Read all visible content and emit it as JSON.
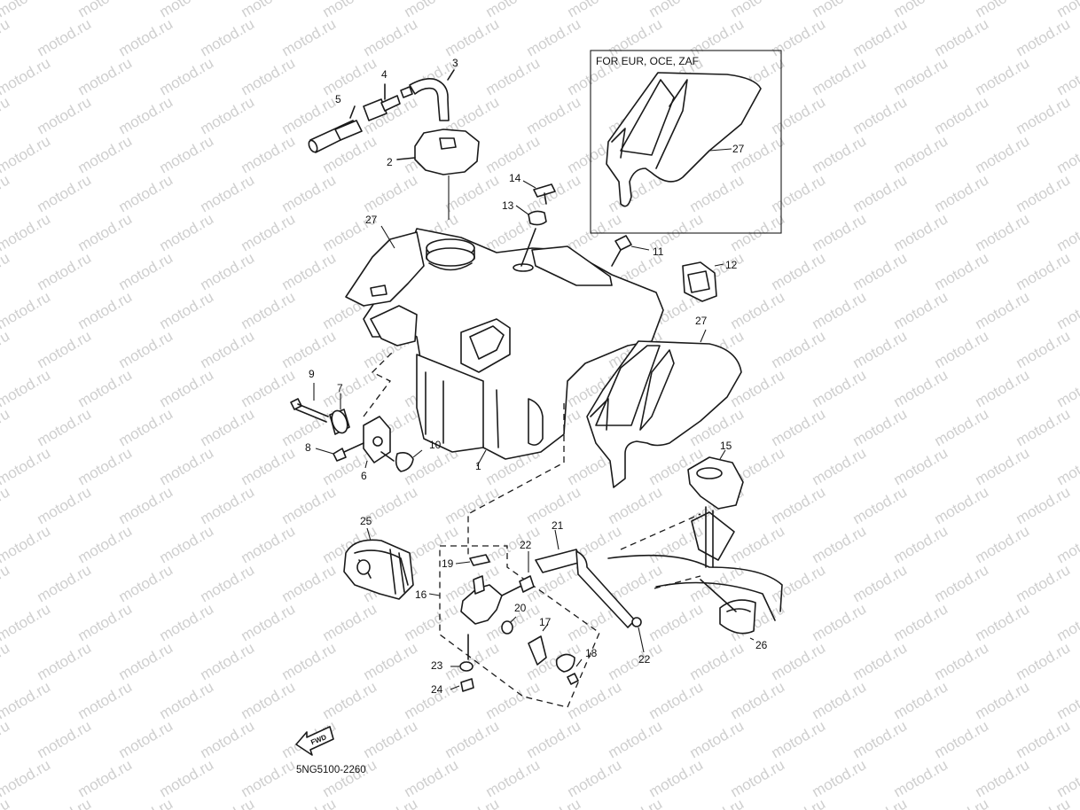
{
  "watermark": "motod.ru",
  "diagram_code": "5NG5100-2260",
  "fwd_label": "FWD",
  "inset": {
    "title": "FOR EUR, OCE, ZAF",
    "part_number": "27"
  },
  "callouts": {
    "c1": "1",
    "c2": "2",
    "c3": "3",
    "c4": "4",
    "c5": "5",
    "c6": "6",
    "c7": "7",
    "c8": "8",
    "c9": "9",
    "c10": "10",
    "c11": "11",
    "c12": "12",
    "c13": "13",
    "c14": "14",
    "c15": "15",
    "c16": "16",
    "c17": "17",
    "c18": "18",
    "c19": "19",
    "c20": "20",
    "c21": "21",
    "c22a": "22",
    "c22b": "22",
    "c23": "23",
    "c24": "24",
    "c25": "25",
    "c26": "26",
    "c27a": "27",
    "c27b": "27"
  },
  "colors": {
    "line": "#1a1a1a",
    "watermark": "#cfcfcf",
    "background": "#ffffff"
  }
}
